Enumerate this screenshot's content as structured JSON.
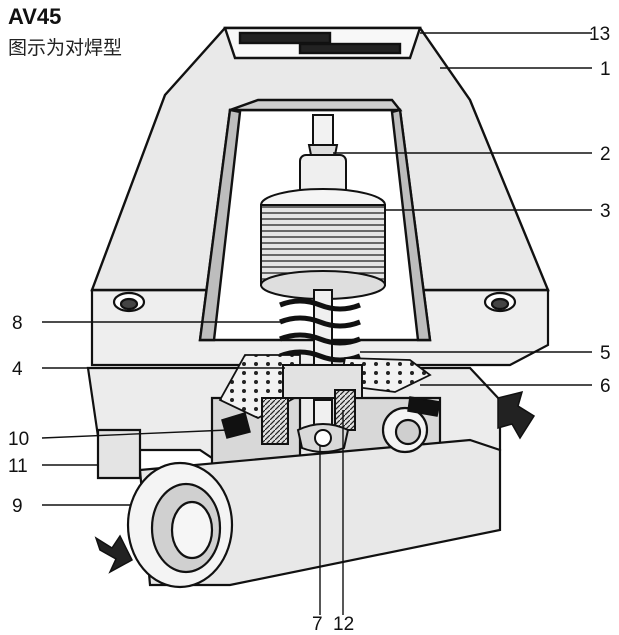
{
  "header": {
    "model": "AV45",
    "caption": "图示为对焊型"
  },
  "callouts": {
    "c1": "1",
    "c2": "2",
    "c3": "3",
    "c4": "4",
    "c5": "5",
    "c6": "6",
    "c7": "7",
    "c8": "8",
    "c9": "9",
    "c10": "10",
    "c11": "11",
    "c12": "12",
    "c13": "13"
  },
  "colors": {
    "body_fill": "#ececec",
    "line": "#111111",
    "highlight": "#ffffff",
    "shade": "#bdbdbd"
  }
}
